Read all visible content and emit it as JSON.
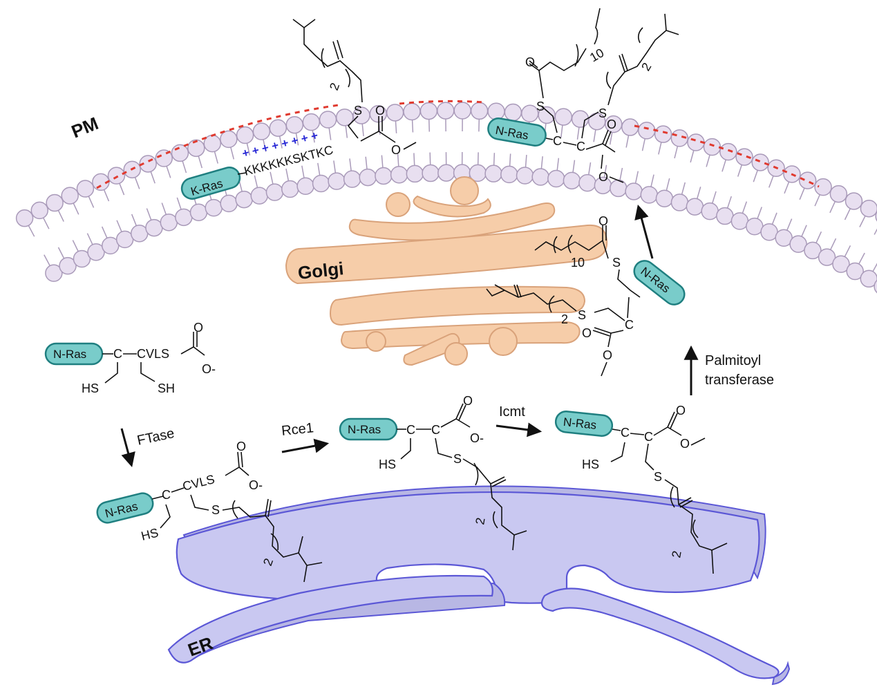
{
  "labels": {
    "pm": "PM",
    "golgi": "Golgi",
    "er": "ER"
  },
  "proteins": {
    "k_ras": "K-Ras",
    "n_ras": "N-Ras"
  },
  "enzymes": {
    "ftase": "FTase",
    "rce1": "Rce1",
    "icmt": "Icmt",
    "palmitoyl_line1": "Palmitoyl",
    "palmitoyl_line2": "transferase"
  },
  "chem": {
    "c": "C",
    "cvls": "CVLS",
    "hs": "HS",
    "sh": "SH",
    "s": "S",
    "o": "O",
    "o_minus": "O-",
    "two": "2",
    "ten": "10",
    "k_seq": "KKKKKKSKTKC",
    "plus_signs": "+ + + + + +   + +"
  },
  "colors": {
    "membrane_head": "#e8dff0",
    "membrane_stroke": "#a99ab9",
    "golgi_fill": "#f6cda9",
    "golgi_stroke": "#d9a27a",
    "er_fill": "#c9c8f1",
    "er_stroke": "#5b57d6",
    "ras_fill": "#79ccca",
    "ras_stroke": "#1f7f80",
    "charge_dots": "#e03a2f",
    "plus": "#2a2ad6"
  }
}
